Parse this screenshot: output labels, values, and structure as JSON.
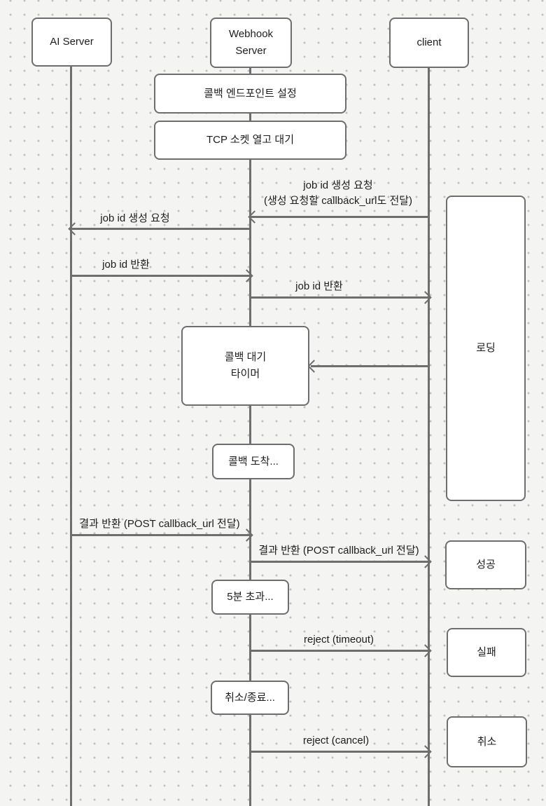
{
  "canvas": {
    "background_color": "#f4f4f2",
    "dot_color": "#bdbdbb",
    "stroke_color": "#6e6e6e",
    "text_color": "#1d1d1d",
    "node_fill": "#ffffff"
  },
  "actors": [
    {
      "label": "AI Server"
    },
    {
      "label": "Webhook Server"
    },
    {
      "label": "client"
    }
  ],
  "steps": [
    {
      "label": "콜백 엔드포인트 설정"
    },
    {
      "label": "TCP 소켓 열고 대기"
    },
    {
      "label": "콜백 대기\n타이머"
    },
    {
      "label": "콜백 도착..."
    },
    {
      "label": "5분 초과..."
    },
    {
      "label": "취소/종료..."
    }
  ],
  "states": [
    {
      "label": "로딩"
    },
    {
      "label": "성공"
    },
    {
      "label": "실패"
    },
    {
      "label": "취소"
    }
  ],
  "messages": [
    {
      "label": "job id 생성 요청\n(생성 요청할 callback_url도 전달)"
    },
    {
      "label": "job id 생성 요청"
    },
    {
      "label": "job id 반환"
    },
    {
      "label": "job id 반환"
    },
    {
      "label": "결과 반환 (POST callback_url 전달)"
    },
    {
      "label": "결과 반환 (POST callback_url 전달)"
    },
    {
      "label": "reject (timeout)"
    },
    {
      "label": "reject (cancel)"
    }
  ]
}
